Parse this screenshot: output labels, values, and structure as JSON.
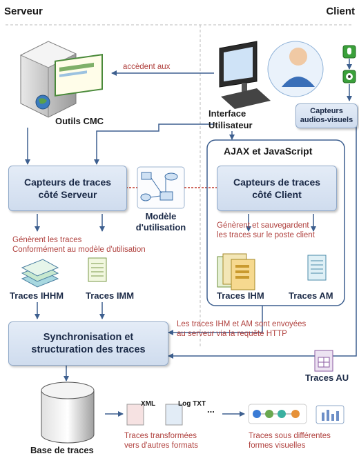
{
  "headers": {
    "server": "Serveur",
    "client": "Client"
  },
  "labels": {
    "accedent_aux": "accèdent aux",
    "outils_cmc": "Outils CMC",
    "interface_utilisateur": "Interface\nUtilisateur",
    "capteurs_av": "Capteurs\naudios-visuels",
    "ajax_js": "AJAX et JavaScript",
    "capteurs_serveur": "Capteurs de traces\ncôté Serveur",
    "capteurs_client": "Capteurs de traces\ncôté Client",
    "modele_utilisation": "Modèle\nd'utilisation",
    "generent_traces": "Génèrent les traces\nConformément au modèle d'utilisation",
    "generent_sauvegardent": "Génèrent et sauvegardent\nles traces sur le poste client",
    "traces_ihhm": "Traces IHHM",
    "traces_imm": "Traces IMM",
    "traces_ihm": "Traces IHM",
    "traces_am": "Traces AM",
    "synchronisation": "Synchronisation et\nstructuration des traces",
    "envoyees": "Les traces IHM et AM  sont envoyées\nau serveur via la requête HTTP",
    "traces_au": "Traces AU",
    "base_traces": "Base de traces",
    "xml": "XML",
    "log_txt": "Log TXT",
    "ellipsis": "...",
    "transformees": "Traces transformées\nvers d'autres formats",
    "sous_formes": "Traces sous différentes\nformes visuelles"
  },
  "icons": [
    "server-computer-icon",
    "user-workstation-icon",
    "microphone-icon",
    "webcam-icon",
    "usage-model-icon",
    "document-stack-icon",
    "database-icon",
    "line-chart-icon",
    "bar-chart-icon"
  ],
  "colors": {
    "box_fill": "#dbe5f2",
    "box_border": "#8fa8c8",
    "arrow": "#3d5f8f",
    "annotation": "#b0413e"
  }
}
